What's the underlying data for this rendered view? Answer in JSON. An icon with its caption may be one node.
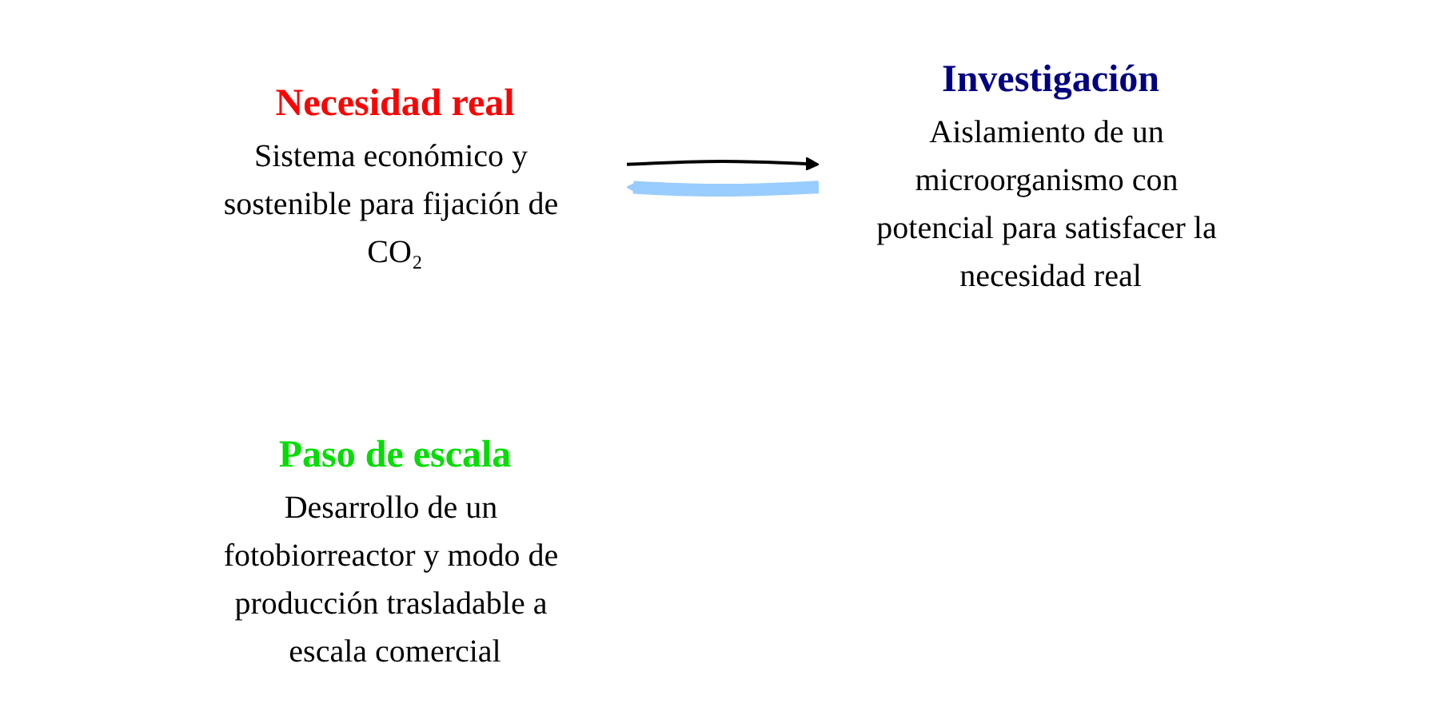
{
  "diagram": {
    "nodes": [
      {
        "text": [
          "Necesidad real",
          "Sistema económico y sostenible para fijación de CO₂"
        ]
      },
      {
        "text": [
          "Investigación",
          "Aislamiento de un microorganismo con potencial para satisfacer la necesidad real"
        ]
      },
      {
        "text": [
          "Paso de escala",
          "Desarrollo de un fotobiorreactor y modo de producción trasladable a escala comercial"
        ]
      }
    ],
    "edges": [
      {
        "from": 0,
        "to": 1,
        "arrow": "to"
      },
      {
        "from": 1,
        "to": 0,
        "arrow": "to",
        "style": "thick",
        "color": "#99ccff"
      }
    ]
  }
}
